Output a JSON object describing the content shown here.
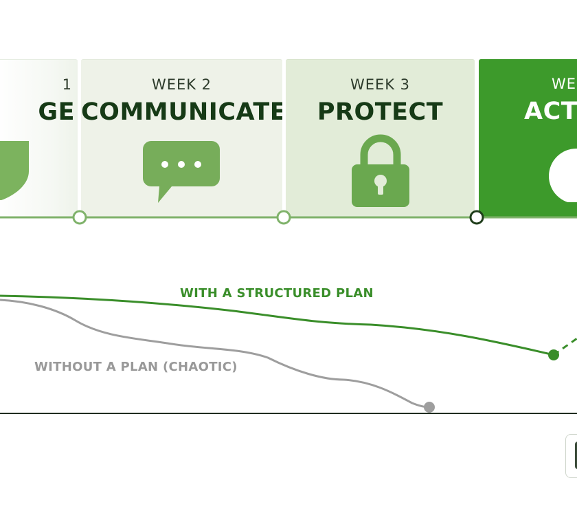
{
  "steps": [
    {
      "week": "1",
      "title": "GE",
      "icon": "shield-icon"
    },
    {
      "week": "WEEK 2",
      "title": "COMMUNICATE",
      "icon": "chat-bubble-icon"
    },
    {
      "week": "WEEK 3",
      "title": "PROTECT",
      "icon": "padlock-icon"
    },
    {
      "week": "WE",
      "title": "ACTI",
      "icon": "checkmark-icon"
    }
  ],
  "lines": {
    "with_plan": "WITH A STRUCTURED PLAN",
    "without_plan": "WITHOUT A PLAN (CHAOTIC)"
  },
  "colors": {
    "accent_green": "#3d9a2b",
    "dark_green": "#163a16",
    "with_plan_line": "#3a8e2a",
    "without_plan_line": "#9e9e9e",
    "baseline": "#1f2d1f"
  }
}
